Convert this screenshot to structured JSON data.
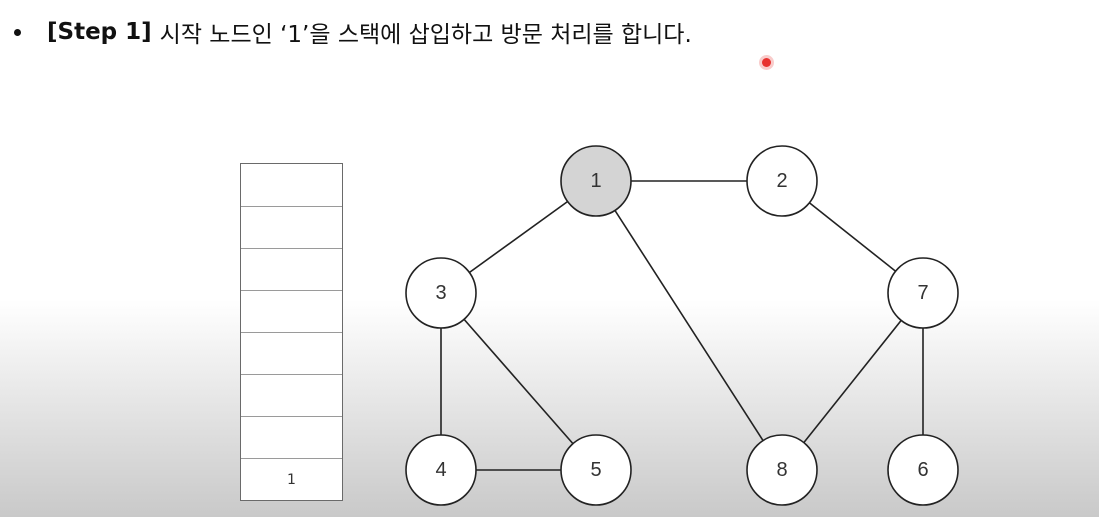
{
  "header": {
    "step_label": "[Step 1]",
    "text": "시작 노드인 ‘1’을 스택에 삽입하고 방문 처리를 합니다."
  },
  "stack": {
    "cells": [
      "",
      "",
      "",
      "",
      "",
      "",
      "",
      "1"
    ]
  },
  "graph": {
    "nodes": [
      {
        "id": "1",
        "label": "1",
        "visited": true
      },
      {
        "id": "2",
        "label": "2",
        "visited": false
      },
      {
        "id": "3",
        "label": "3",
        "visited": false
      },
      {
        "id": "7",
        "label": "7",
        "visited": false
      },
      {
        "id": "4",
        "label": "4",
        "visited": false
      },
      {
        "id": "5",
        "label": "5",
        "visited": false
      },
      {
        "id": "8",
        "label": "8",
        "visited": false
      },
      {
        "id": "6",
        "label": "6",
        "visited": false
      }
    ],
    "edges": [
      [
        "1",
        "2"
      ],
      [
        "1",
        "3"
      ],
      [
        "1",
        "8"
      ],
      [
        "2",
        "7"
      ],
      [
        "3",
        "4"
      ],
      [
        "3",
        "5"
      ],
      [
        "4",
        "5"
      ],
      [
        "7",
        "8"
      ],
      [
        "7",
        "6"
      ]
    ]
  },
  "colors": {
    "visited_fill": "#d4d4d4",
    "unvisited_fill": "#ffffff",
    "stroke": "#222222",
    "cursor": "#e8322f"
  }
}
